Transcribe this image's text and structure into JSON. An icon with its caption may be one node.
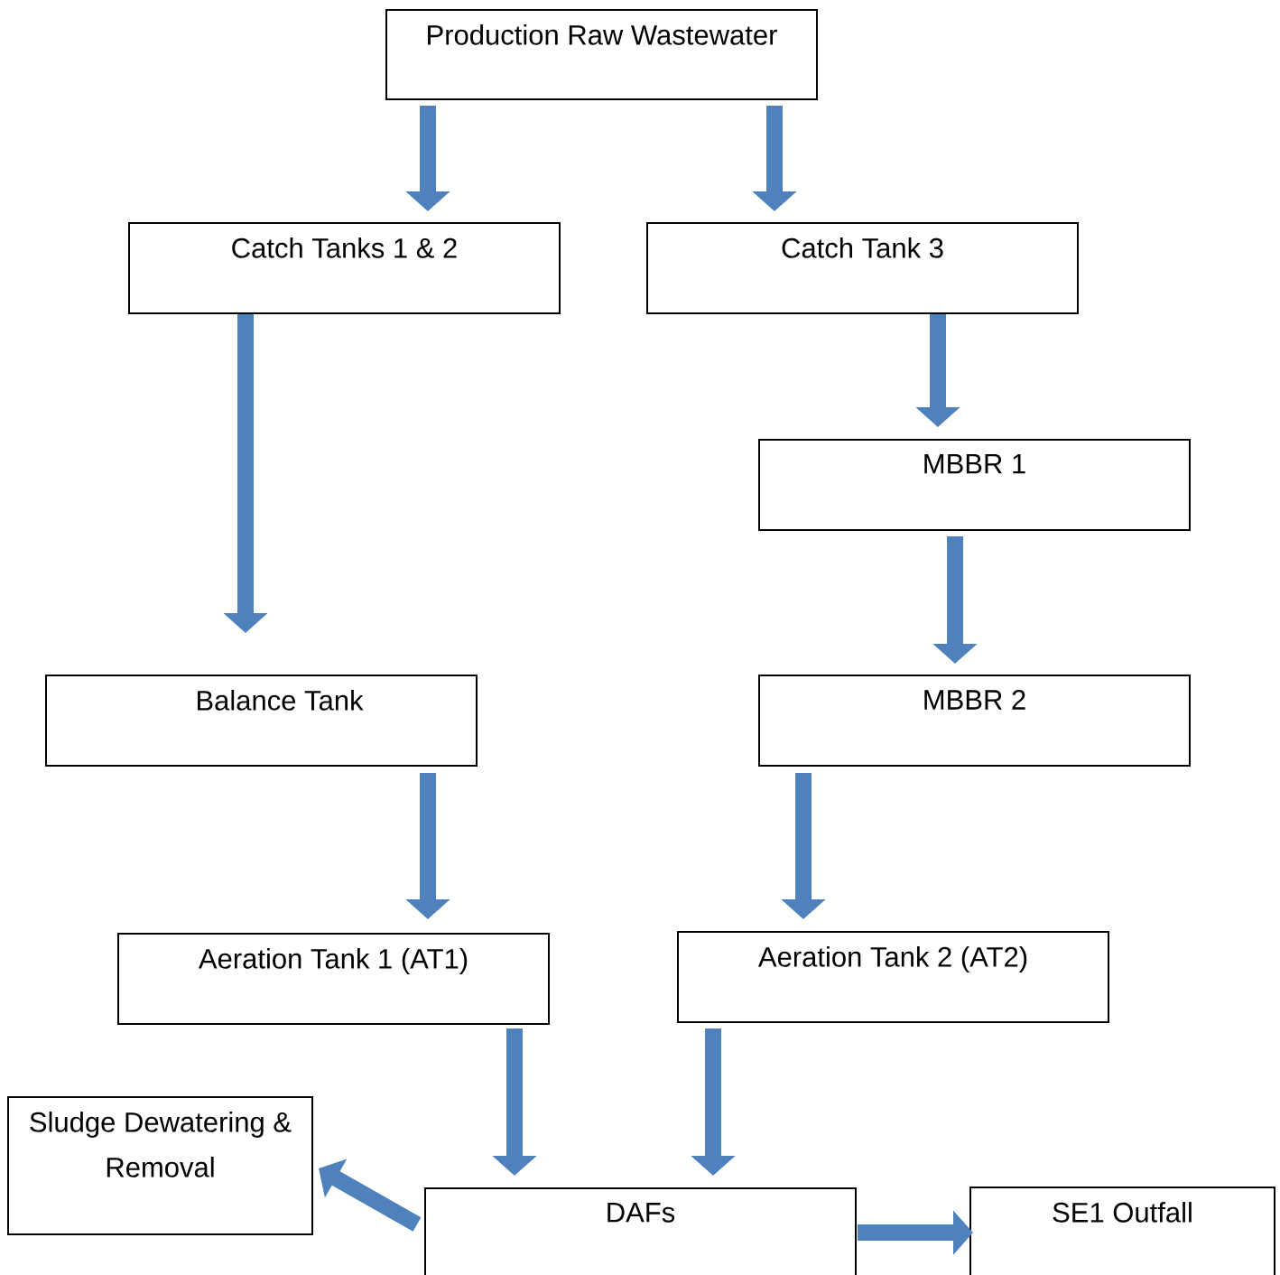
{
  "diagram": {
    "nodes": [
      {
        "text": [
          "Production Raw Wastewater"
        ]
      },
      {
        "text": [
          "Catch Tanks 1 & 2"
        ]
      },
      {
        "text": [
          "Catch Tank 3"
        ]
      },
      {
        "text": [
          "MBBR 1"
        ]
      },
      {
        "text": [
          "Balance Tank"
        ]
      },
      {
        "text": [
          "MBBR 2"
        ]
      },
      {
        "text": [
          "Aeration Tank 1 (AT1)"
        ]
      },
      {
        "text": [
          "Aeration Tank 2 (AT2)"
        ]
      },
      {
        "text": [
          "Sludge Dewatering & Removal"
        ]
      },
      {
        "text": [
          "DAFs"
        ]
      },
      {
        "text": [
          "SE1 Outfall"
        ]
      }
    ],
    "edges": [
      {
        "from": 0,
        "to": 1,
        "arrow": "to"
      },
      {
        "from": 0,
        "to": 2,
        "arrow": "to"
      },
      {
        "from": 1,
        "to": 4,
        "arrow": "to"
      },
      {
        "from": 2,
        "to": 3,
        "arrow": "to"
      },
      {
        "from": 3,
        "to": 5,
        "arrow": "to"
      },
      {
        "from": 4,
        "to": 6,
        "arrow": "to"
      },
      {
        "from": 5,
        "to": 7,
        "arrow": "to"
      },
      {
        "from": 6,
        "to": 9,
        "arrow": "to"
      },
      {
        "from": 7,
        "to": 9,
        "arrow": "to"
      },
      {
        "from": 9,
        "to": 8,
        "arrow": "to"
      },
      {
        "from": 9,
        "to": 10,
        "arrow": "to"
      }
    ]
  }
}
